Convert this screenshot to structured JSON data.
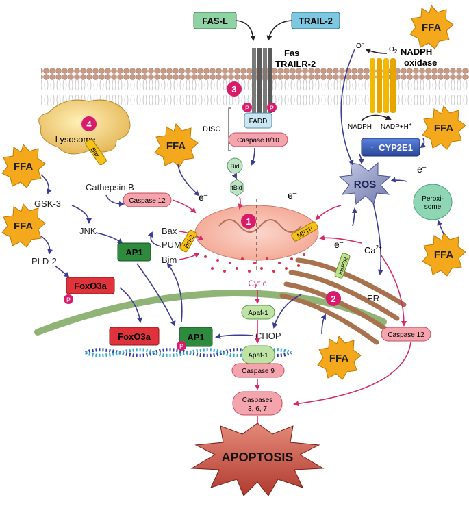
{
  "ligands": {
    "fasl": "FAS-L",
    "trail2": "TRAIL-2"
  },
  "receptor": {
    "line1": "Fas",
    "line2": "TRAILR-2"
  },
  "nadph_oxidase": {
    "line1": "NADPH",
    "line2": "oxidase",
    "o2": "O",
    "o2_sub": "2",
    "superoxide": "O",
    "superoxide_sup": "–",
    "nadph": "NADPH",
    "nadp": "NADP+H",
    "nadp_sup": "+"
  },
  "ffa": "FFA",
  "cyp": "CYP2E1",
  "ros": "ROS",
  "peroxisome": {
    "line1": "Peroxi-",
    "line2": "some"
  },
  "electron": "e",
  "electron_sup": "–",
  "disc": {
    "label": "DISC",
    "fadd": "FADD",
    "caspase": "Caspase 8/10"
  },
  "lysosome": {
    "label": "Lysosome",
    "bax": "Bax"
  },
  "markers": {
    "m1": "1",
    "m2": "2",
    "m3": "3",
    "m4": "4"
  },
  "p": "P",
  "left_pathway": {
    "cathepsin": "Cathepsin B",
    "gsk3": "GSK-3",
    "jnk": "JNK",
    "pld2": "PLD-2",
    "foxo3a": "FoxO3a",
    "ap1": "AP1"
  },
  "mito": {
    "caspase12": "Caspase 12",
    "bax": "Bax",
    "puma": "PUMA",
    "bim": "Bim",
    "bcl2": "Bcl-2",
    "mptp": "MPTP",
    "bid": "Bid",
    "tbid": "tBid",
    "cytc": "Cyt c"
  },
  "er": {
    "label": "ER",
    "ca": "Ca",
    "ca_sup": "2+",
    "insp3r": "InsP3R",
    "caspase12": "Caspase 12",
    "chop": "CHOP"
  },
  "apoptosome": {
    "apaf1_a": "Apaf-1",
    "apaf1_b": "Apaf-1",
    "caspase9": "Caspase 9",
    "caspases_line1": "Caspases",
    "caspases_line2": "3, 6, 7"
  },
  "apoptosis": "APOPTOSIS",
  "colors": {
    "arrow_blue": "#3b3c94",
    "arrow_pink": "#d6296a",
    "ffa_star": "#f4a81c",
    "marker": "#d81b6a",
    "foxo": "#e0323a",
    "ap1": "#2e8b3e",
    "cyp": "#3557b5",
    "apoptosis": "#c0392b"
  }
}
